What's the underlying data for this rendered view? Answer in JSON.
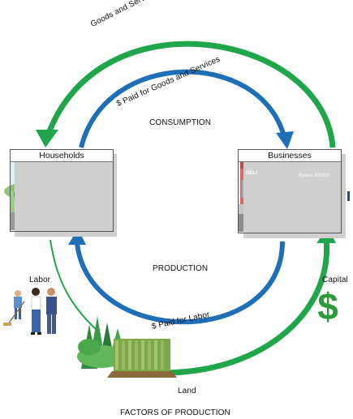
{
  "labels": {
    "goods_services": "Goods and Services",
    "paid_goods_services": "$ Paid for Goods and Services",
    "consumption": "CONSUMPTION",
    "production": "PRODUCTION",
    "paid_labor": "$ Paid for Labor",
    "labor": "Labor",
    "capital": "Capital",
    "land": "Land",
    "factors": "FACTORS OF PRODUCTION"
  },
  "households": {
    "title": "Households"
  },
  "businesses": {
    "title": "Businesses",
    "shop_signs": [
      "DELI",
      "Ryans VIDEO"
    ]
  },
  "capital_symbol": "$",
  "colors": {
    "green_arrow": "#1fa64a",
    "blue_arrow": "#1f6fb7",
    "dollar": "#2e9a3c"
  }
}
